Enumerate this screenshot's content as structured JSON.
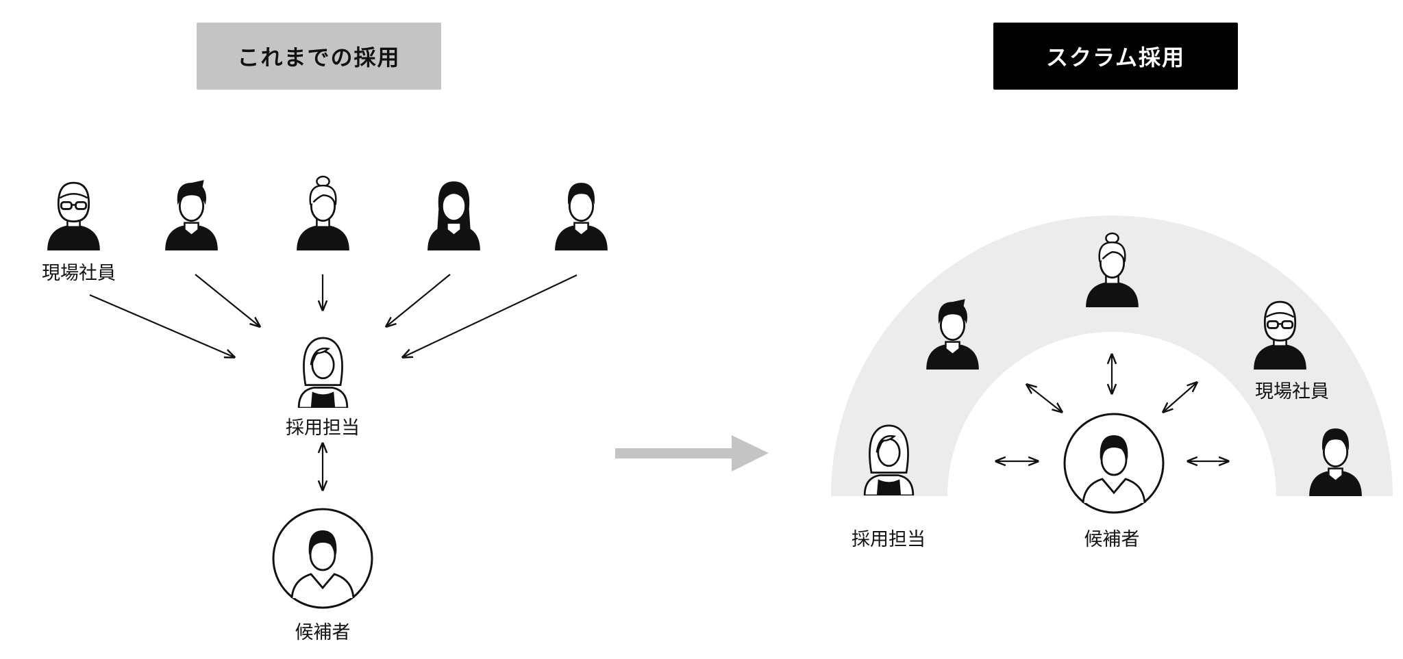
{
  "left_panel": {
    "title": "これまでの採用",
    "employees_label": "現場社員",
    "recruiter_label": "採用担当",
    "candidate_label": "候補者"
  },
  "right_panel": {
    "title": "スクラム採用",
    "employees_label": "現場社員",
    "recruiter_label": "採用担当",
    "candidate_label": "候補者"
  },
  "colors": {
    "left_title_bg": "#c4c4c4",
    "right_title_bg": "#000000",
    "arc_fill": "#ececec",
    "transition_arrow": "#c4c4c4"
  }
}
